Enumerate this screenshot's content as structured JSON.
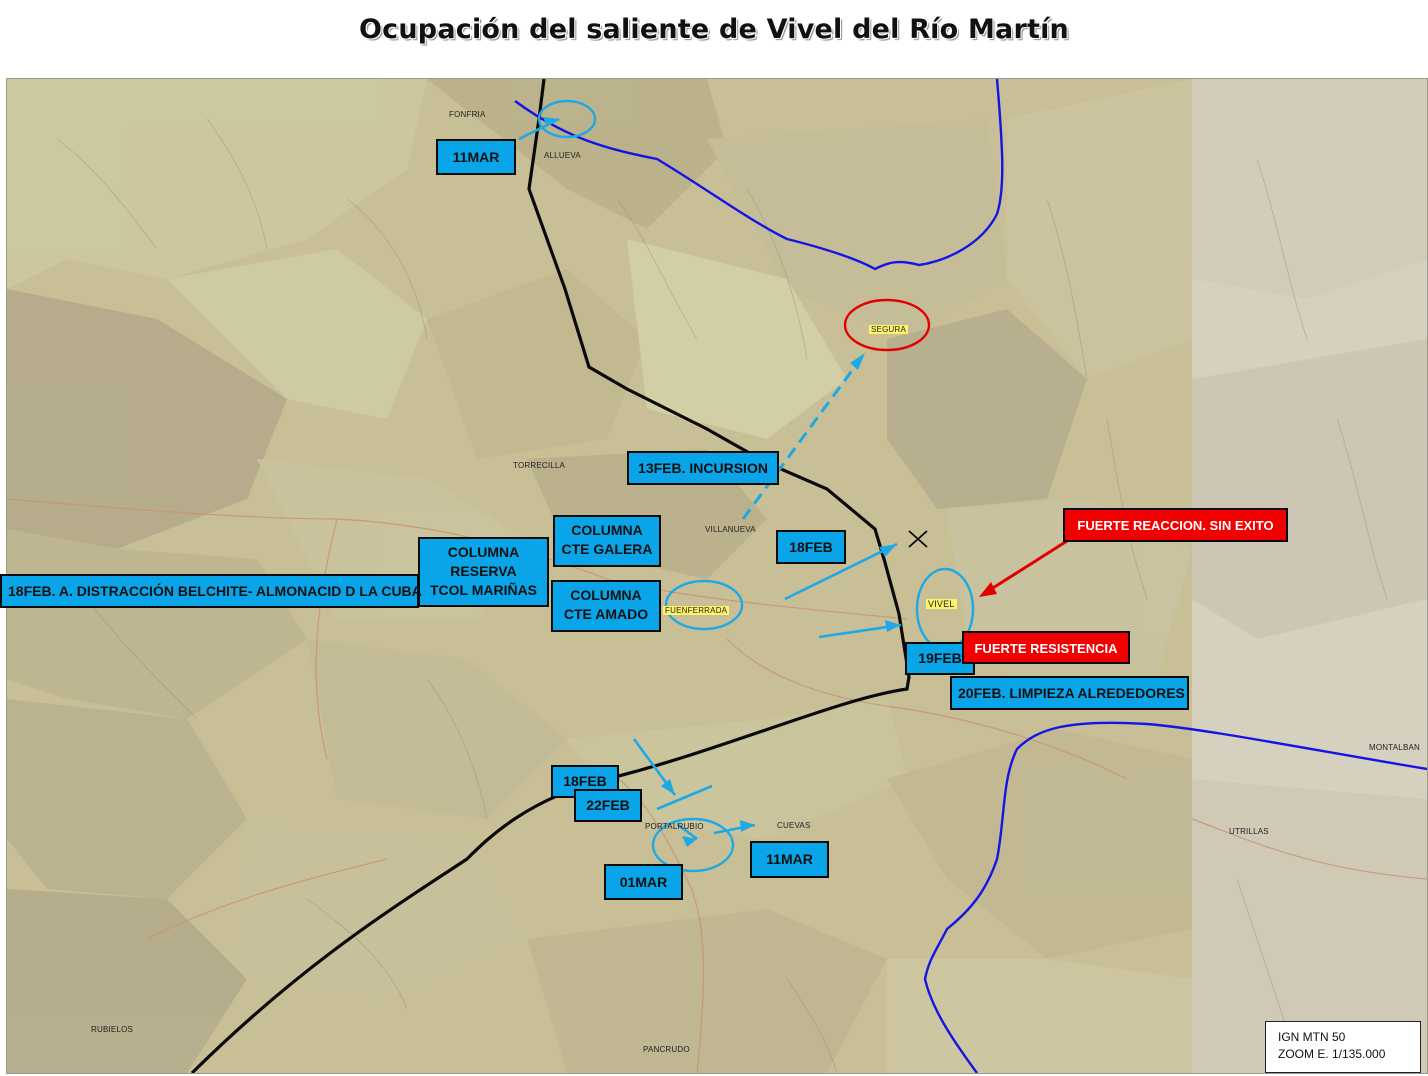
{
  "title": "Ocupación del saliente de Vivel del Río Martín",
  "towns": {
    "fonfria": "FONFRIA",
    "allueva": "ALLUEVA",
    "segura": "SEGURA",
    "torrecilla": "TORRECILLA",
    "villanueva": "VILLANUEVA",
    "fuenferrada": "FUENFERRADA",
    "vivel": "VIVEL",
    "portalrubio": "PORTALRUBIO",
    "cuevas": "CUEVAS",
    "montalban": "MONTALBAN",
    "utrillas": "UTRILLAS",
    "rubielos": "RUBIELOS",
    "pancrudo": "PANCRUDO"
  },
  "labels": {
    "mar11_north": "11MAR",
    "incursion": "13FEB. INCURSION",
    "col_galera_l1": "COLUMNA",
    "col_galera_l2": "CTE GALERA",
    "feb18_center": "18FEB",
    "col_reserva_l1": "COLUMNA",
    "col_reserva_l2": "RESERVA",
    "col_reserva_l3": "TCOL MARIÑAS",
    "distraccion": "18FEB. A. DISTRACCIÓN BELCHITE- ALMONACID D LA CUBA",
    "col_amado_l1": "COLUMNA",
    "col_amado_l2": "CTE AMADO",
    "feb19": "19FEB",
    "limpieza": "20FEB. LIMPIEZA ALREDEDORES",
    "feb18_south": "18FEB",
    "feb22": "22FEB",
    "mar01": "01MAR",
    "mar11_south": "11MAR"
  },
  "red_labels": {
    "reaccion": "FUERTE REACCION. SIN EXITO",
    "resistencia": "FUERTE RESISTENCIA"
  },
  "legend": {
    "line1": "IGN MTN 50",
    "line2": "ZOOM E. 1/135.000"
  },
  "colors": {
    "river": "#1414e6",
    "front_line": "#0a0a0a",
    "advance": "#1ea8e6",
    "enemy": "#e00000",
    "label_bg": "#0aa4e8"
  }
}
